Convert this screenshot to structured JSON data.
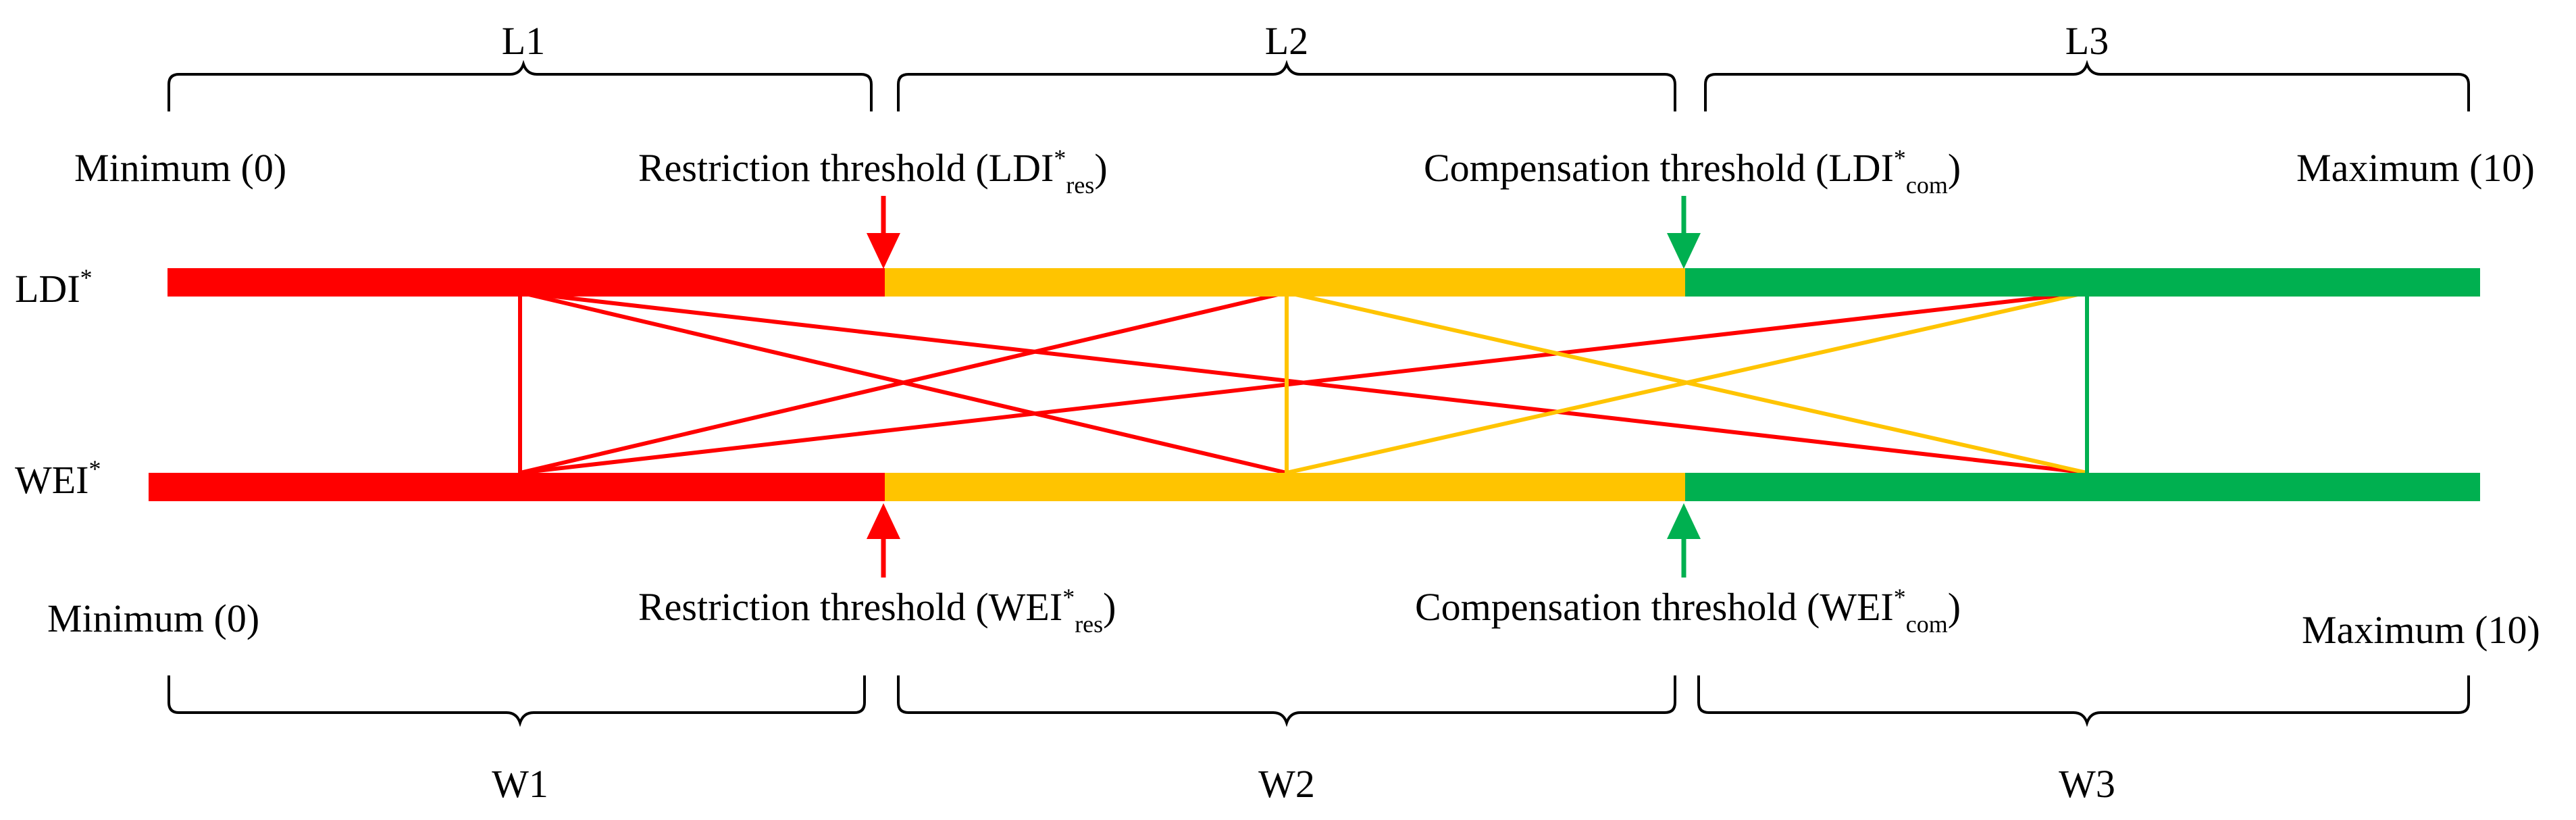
{
  "colors": {
    "red": "#ff0000",
    "yellow": "#ffc400",
    "green": "#00b050",
    "black": "#000000"
  },
  "top_bracket_labels": [
    "L1",
    "L2",
    "L3"
  ],
  "bottom_bracket_labels": [
    "W1",
    "W2",
    "W3"
  ],
  "top_bar": {
    "label_main": "LDI",
    "label_sup": "*"
  },
  "bottom_bar": {
    "label_main": "WEI",
    "label_sup": "*"
  },
  "top_annotations": {
    "minimum": "Minimum (0)",
    "maximum": "Maximum (10)",
    "restriction_prefix": "Restriction threshold (LDI",
    "restriction_sup": "*",
    "restriction_sub": "res",
    "restriction_suffix": ")",
    "compensation_prefix": "Compensation threshold (LDI",
    "compensation_sup": "*",
    "compensation_sub": "com",
    "compensation_suffix": ")"
  },
  "bottom_annotations": {
    "minimum": "Minimum (0)",
    "maximum": "Maximum (10)",
    "restriction_prefix": "Restriction threshold (WEI",
    "restriction_sup": "*",
    "restriction_sub": "res",
    "restriction_suffix": ")",
    "compensation_prefix": "Compensation threshold (WEI",
    "compensation_sup": "*",
    "compensation_sub": "com",
    "compensation_suffix": ")"
  }
}
